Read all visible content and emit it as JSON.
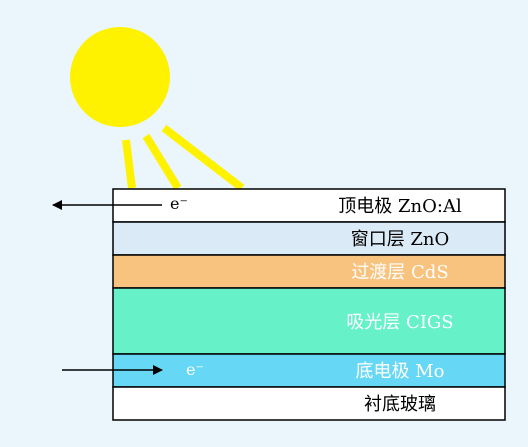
{
  "diagram": {
    "background_color": "#eaf6fc",
    "sun": {
      "color": "#fff200",
      "ray_count": 3
    },
    "layers": [
      {
        "label": "顶电极 ZnO:Al",
        "fill": "#ffffff",
        "text_color": "#000000"
      },
      {
        "label": "窗口层 ZnO",
        "fill": "#dbeaf7",
        "text_color": "#000000"
      },
      {
        "label": "过渡层 CdS",
        "fill": "#f8c37f",
        "text_color": "#ffffff"
      },
      {
        "label": "吸光层 CIGS",
        "fill": "#66f1c9",
        "text_color": "#ffffff"
      },
      {
        "label": "底电极 Mo",
        "fill": "#66d8f5",
        "text_color": "#ffffff"
      },
      {
        "label": "衬底玻璃",
        "fill": "#ffffff",
        "text_color": "#000000"
      }
    ],
    "electrons": [
      {
        "label": "e⁻",
        "direction": "out",
        "layer": 0,
        "text_color": "#000000"
      },
      {
        "label": "e⁻",
        "direction": "in",
        "layer": 4,
        "text_color": "#ffffff"
      }
    ]
  }
}
